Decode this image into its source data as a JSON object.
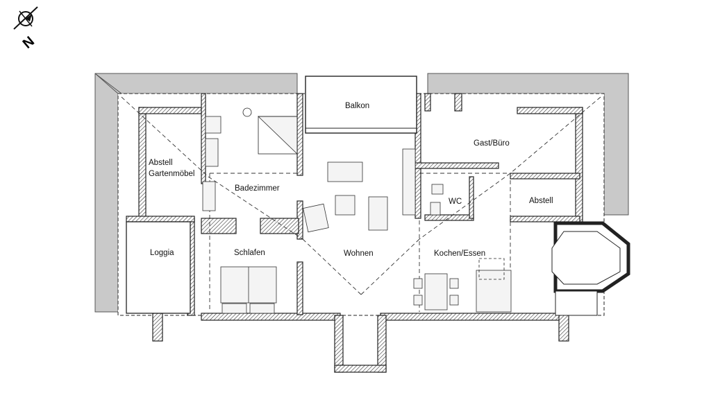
{
  "plan": {
    "compass": {
      "icon": "north-arrow-icon",
      "letter": "N"
    },
    "rooms": {
      "balkon": "Balkon",
      "abstell_garten_line1": "Abstell",
      "abstell_garten_line2": "Gartenmöbel",
      "badezimmer": "Badezimmer",
      "loggia": "Loggia",
      "schlafen": "Schlafen",
      "wohnen": "Wohnen",
      "gast_buero": "Gast/Büro",
      "wc": "WC",
      "abstell": "Abstell",
      "kochen_essen": "Kochen/Essen"
    },
    "colors": {
      "roof": "#c9c9c9",
      "wall_hatch": "#222222",
      "background": "#ffffff"
    }
  }
}
